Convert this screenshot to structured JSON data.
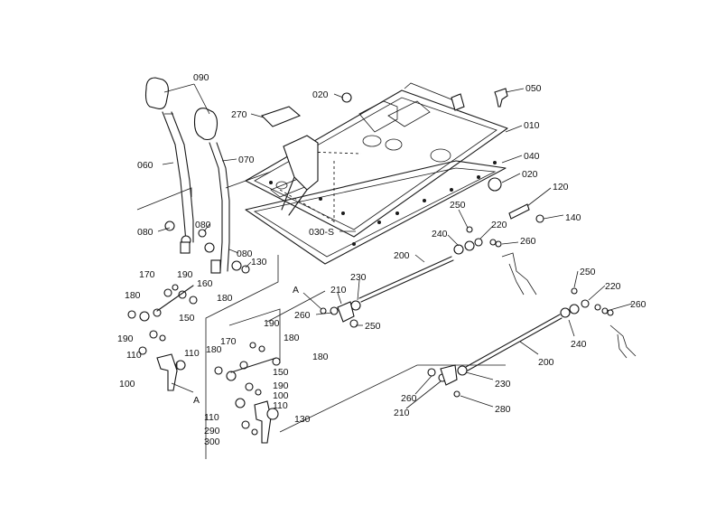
{
  "callouts": [
    {
      "text": "090",
      "id": "c090"
    },
    {
      "text": "060",
      "id": "c060"
    },
    {
      "text": "070",
      "id": "c070"
    },
    {
      "text": "080",
      "id": "c080a"
    },
    {
      "text": "080",
      "id": "c080b"
    },
    {
      "text": "080",
      "id": "c080c"
    },
    {
      "text": "130",
      "id": "c130a"
    },
    {
      "text": "170",
      "id": "c170a"
    },
    {
      "text": "190",
      "id": "c190a"
    },
    {
      "text": "160",
      "id": "c160"
    },
    {
      "text": "180",
      "id": "c180a"
    },
    {
      "text": "180",
      "id": "c180b"
    },
    {
      "text": "150",
      "id": "c150a"
    },
    {
      "text": "190",
      "id": "c190b"
    },
    {
      "text": "110",
      "id": "c110a"
    },
    {
      "text": "110",
      "id": "c110b"
    },
    {
      "text": "100",
      "id": "c100a"
    },
    {
      "text": "A",
      "id": "cA1"
    },
    {
      "text": "020",
      "id": "c020a"
    },
    {
      "text": "270",
      "id": "c270"
    },
    {
      "text": "050",
      "id": "c050"
    },
    {
      "text": "010",
      "id": "c010"
    },
    {
      "text": "040",
      "id": "c040"
    },
    {
      "text": "020",
      "id": "c020b"
    },
    {
      "text": "120",
      "id": "c120"
    },
    {
      "text": "140",
      "id": "c140"
    },
    {
      "text": "250",
      "id": "c250a"
    },
    {
      "text": "220",
      "id": "c220a"
    },
    {
      "text": "240",
      "id": "c240a"
    },
    {
      "text": "260",
      "id": "c260a"
    },
    {
      "text": "030-S",
      "id": "c030"
    },
    {
      "text": "200",
      "id": "c200a"
    },
    {
      "text": "230",
      "id": "c230a"
    },
    {
      "text": "A",
      "id": "cA2"
    },
    {
      "text": "210",
      "id": "c210a"
    },
    {
      "text": "260",
      "id": "c260b"
    },
    {
      "text": "250",
      "id": "c250b"
    },
    {
      "text": "190",
      "id": "c190c"
    },
    {
      "text": "170",
      "id": "c170b"
    },
    {
      "text": "180",
      "id": "c180c"
    },
    {
      "text": "180",
      "id": "c180d"
    },
    {
      "text": "180",
      "id": "c180e"
    },
    {
      "text": "150",
      "id": "c150b"
    },
    {
      "text": "190",
      "id": "c190d"
    },
    {
      "text": "100",
      "id": "c100b"
    },
    {
      "text": "110",
      "id": "c110c"
    },
    {
      "text": "110",
      "id": "c110d"
    },
    {
      "text": "130",
      "id": "c130b"
    },
    {
      "text": "290",
      "id": "c290"
    },
    {
      "text": "300",
      "id": "c300"
    },
    {
      "text": "250",
      "id": "c250c"
    },
    {
      "text": "220",
      "id": "c220b"
    },
    {
      "text": "260",
      "id": "c260c"
    },
    {
      "text": "240",
      "id": "c240b"
    },
    {
      "text": "200",
      "id": "c200b"
    },
    {
      "text": "230",
      "id": "c230b"
    },
    {
      "text": "260",
      "id": "c260d"
    },
    {
      "text": "210",
      "id": "c210b"
    },
    {
      "text": "280",
      "id": "c280"
    }
  ]
}
